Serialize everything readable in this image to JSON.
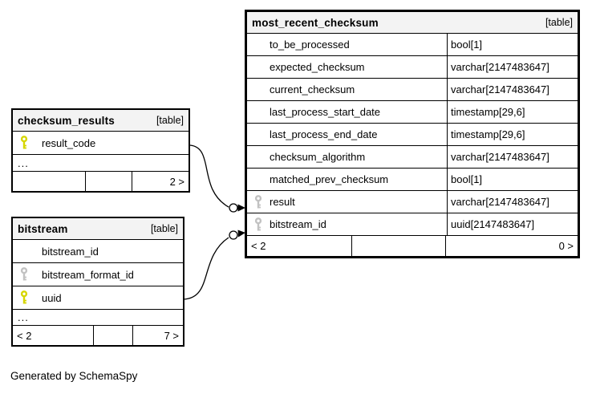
{
  "diagram": {
    "footer_note": "Generated by SchemaSpy",
    "table_badge": "[table]"
  },
  "colors": {
    "primary_key_icon": "#d6d600",
    "foreign_key_icon": "#c2c2c2",
    "header_bg": "#f3f3f3",
    "border": "#000000",
    "background": "#ffffff"
  },
  "tables": [
    {
      "name": "checksum_results",
      "badge": "[table]",
      "columns": [
        {
          "name": "result_code",
          "key": "primary"
        },
        {
          "name": "...",
          "key": "ellipsis"
        }
      ],
      "footer": {
        "left": "",
        "middle": "",
        "right": "2 >"
      }
    },
    {
      "name": "bitstream",
      "badge": "[table]",
      "columns": [
        {
          "name": "bitstream_id",
          "key": "none"
        },
        {
          "name": "bitstream_format_id",
          "key": "foreign"
        },
        {
          "name": "uuid",
          "key": "primary"
        },
        {
          "name": "...",
          "key": "ellipsis"
        }
      ],
      "footer": {
        "left": "< 2",
        "middle": "",
        "right": "7 >"
      }
    },
    {
      "name": "most_recent_checksum",
      "badge": "[table]",
      "columns": [
        {
          "name": "to_be_processed",
          "type": "bool[1]",
          "key": "none"
        },
        {
          "name": "expected_checksum",
          "type": "varchar[2147483647]",
          "key": "none"
        },
        {
          "name": "current_checksum",
          "type": "varchar[2147483647]",
          "key": "none"
        },
        {
          "name": "last_process_start_date",
          "type": "timestamp[29,6]",
          "key": "none"
        },
        {
          "name": "last_process_end_date",
          "type": "timestamp[29,6]",
          "key": "none"
        },
        {
          "name": "checksum_algorithm",
          "type": "varchar[2147483647]",
          "key": "none"
        },
        {
          "name": "matched_prev_checksum",
          "type": "bool[1]",
          "key": "none"
        },
        {
          "name": "result",
          "type": "varchar[2147483647]",
          "key": "foreign"
        },
        {
          "name": "bitstream_id",
          "type": "uuid[2147483647]",
          "key": "foreign"
        }
      ],
      "footer": {
        "left": "< 2",
        "middle": "",
        "right": "0 >"
      }
    }
  ],
  "relationships": [
    {
      "from_table": "checksum_results",
      "from_column": "result_code",
      "to_table": "most_recent_checksum",
      "to_column": "result"
    },
    {
      "from_table": "bitstream",
      "from_column": "uuid",
      "to_table": "most_recent_checksum",
      "to_column": "bitstream_id"
    }
  ]
}
